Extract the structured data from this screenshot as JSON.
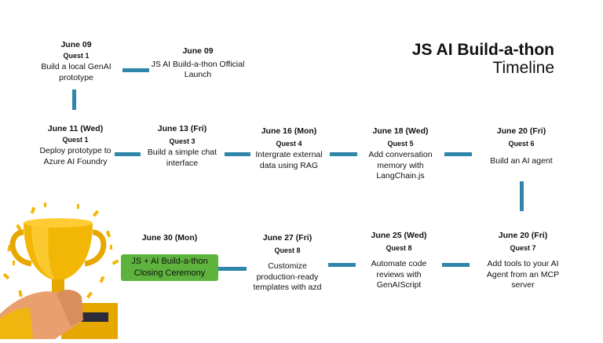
{
  "header": {
    "title": "JS AI Build-a-thon",
    "subtitle": "Timeline"
  },
  "milestones": [
    {
      "date": "June 09",
      "quest": "Quest 1",
      "desc": "Build a local GenAI prototype"
    },
    {
      "date": "June 09",
      "quest": "",
      "desc": "JS AI Build-a-thon Official Launch"
    },
    {
      "date": "June 11 (Wed)",
      "quest": "Quest 1",
      "desc": "Deploy prototype to Azure AI Foundry"
    },
    {
      "date": "June 13 (Fri)",
      "quest": "Quest 3",
      "desc": "Build a simple chat interface"
    },
    {
      "date": "June 16 (Mon)",
      "quest": "Quest 4",
      "desc": "Intergrate external data using RAG"
    },
    {
      "date": "June 18 (Wed)",
      "quest": "Quest 5",
      "desc": "Add conversation memory with LangChain.js"
    },
    {
      "date": "June 20 (Fri)",
      "quest": "Quest 6",
      "desc": "Build an AI agent"
    },
    {
      "date": "June 20 (Fri)",
      "quest": "Quest 7",
      "desc": "Add tools to your AI Agent from an MCP server"
    },
    {
      "date": "June 25 (Wed)",
      "quest": "Quest 8",
      "desc": "Automate code reviews with GenAIScript"
    },
    {
      "date": "June 27 (Fri)",
      "quest": "Quest 8",
      "desc": "Customize production-ready templates with azd"
    },
    {
      "date": "June 30 (Mon)",
      "quest": "",
      "desc": "JS + AI Build-a-thon Closing Ceremony"
    }
  ],
  "colors": {
    "connector": "#2E86AB",
    "highlight": "#5DB33D",
    "trophy": "#F2B705"
  },
  "illustration": {
    "icon": "trophy-icon"
  }
}
